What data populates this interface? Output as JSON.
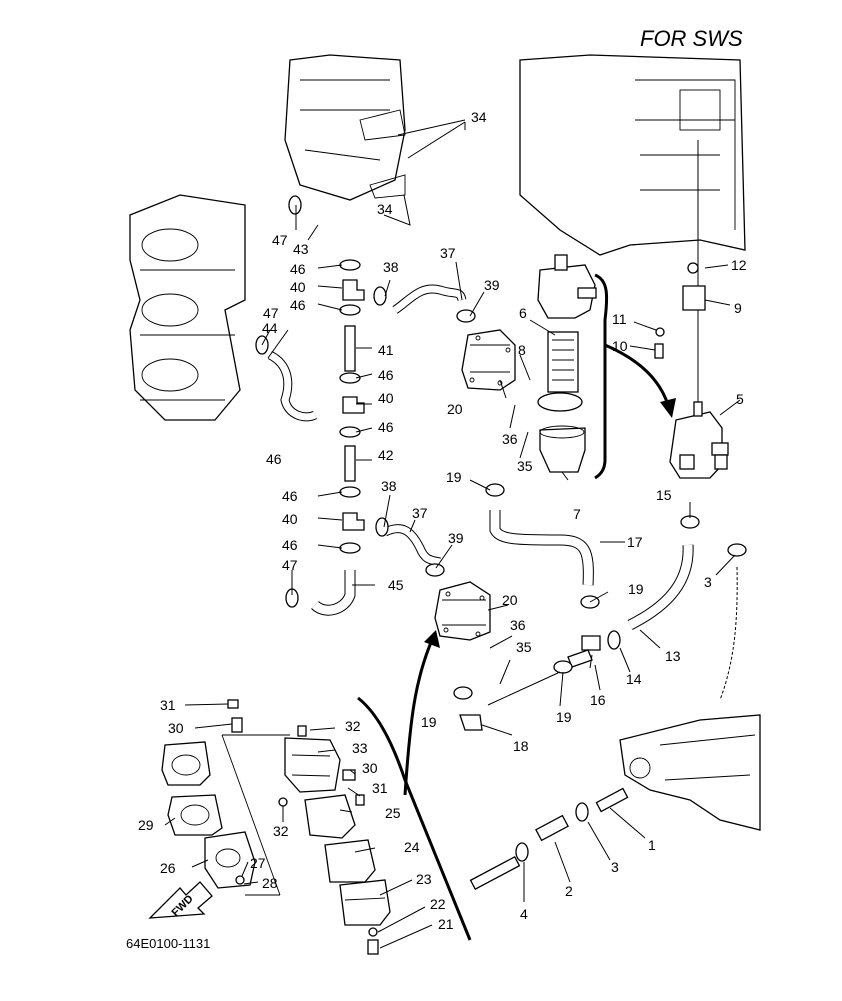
{
  "heading": "FOR SWS",
  "diagram_code": "64E0100-1131",
  "fwd_label": "FWD",
  "callouts": [
    "34",
    "34",
    "47",
    "43",
    "46",
    "40",
    "46",
    "47",
    "44",
    "41",
    "46",
    "40",
    "46",
    "46",
    "42",
    "46",
    "40",
    "46",
    "47",
    "45",
    "38",
    "37",
    "39",
    "6",
    "8",
    "20",
    "36",
    "35",
    "7",
    "19",
    "38",
    "37",
    "39",
    "17",
    "20",
    "36",
    "35",
    "19",
    "19",
    "16",
    "19",
    "18",
    "12",
    "9",
    "11",
    "10",
    "5",
    "15",
    "3",
    "13",
    "14",
    "1",
    "3",
    "2",
    "4",
    "31",
    "30",
    "32",
    "33",
    "30",
    "31",
    "32",
    "25",
    "29",
    "24",
    "26",
    "27",
    "28",
    "23",
    "22",
    "21"
  ]
}
